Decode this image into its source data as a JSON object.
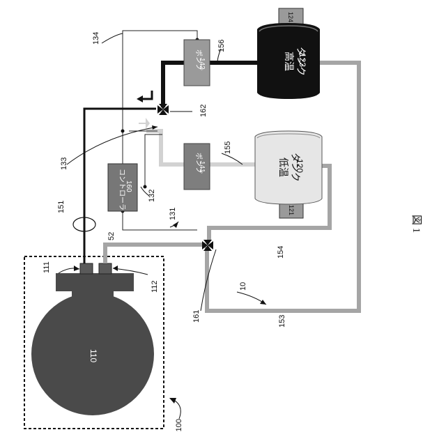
{
  "colors": {
    "hot_tank": "#111111",
    "cold_tank": "#e6e6e6",
    "component": "#777777",
    "hot_pipe": "#111111",
    "return_pipe": "#a5a5a5",
    "cold_pipe": "#d2d2d2"
  },
  "figure_label": "図 1",
  "reference_numerals": {
    "system": "100",
    "tank_body": "110",
    "port_out": "111",
    "port_in": "112",
    "circuit": "10",
    "cold_tank": "120",
    "tank_121": "121",
    "hot_tank": "123",
    "tank_124": "124",
    "line_131": "131",
    "line_132": "132",
    "line_133": "133",
    "line_134": "134",
    "pump_cold": "141",
    "pump_hot": "142",
    "line_151": "151",
    "line_52": "52",
    "line_153": "153",
    "line_154": "154",
    "line_155": "155",
    "line_156": "156",
    "controller": "160",
    "valve_161": "161",
    "valve_162": "162"
  },
  "components": {
    "hot_tank_name": [
      "高温",
      "タンク"
    ],
    "cold_tank_name": [
      "低温",
      "タンク"
    ],
    "pump_name": "ポンプ",
    "controller_name": "コントローラ"
  }
}
